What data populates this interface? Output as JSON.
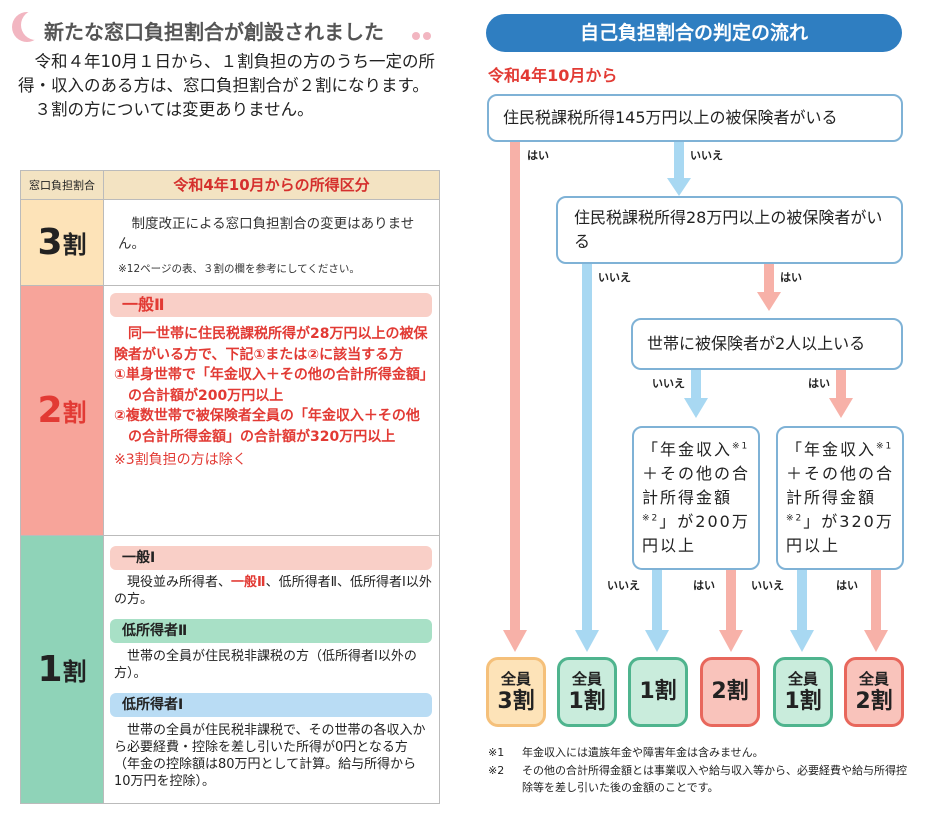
{
  "left": {
    "section_title": "新たな窓口負担割合が創設されました",
    "intro_1": "令和４年10月１日から、１割負担の方のうち一定の所得・収入のある方は、窓口負担割合が２割になります。",
    "intro_2": "３割の方については変更ありません。",
    "table": {
      "header_left": "窓口負担割合",
      "header_right": "令和4年10月からの所得区分",
      "row3": {
        "label_num": "3",
        "label_unit": "割",
        "text": "制度改正による窓口負担割合の変更はありません。",
        "note": "※12ページの表、３割の欄を参考にしてください。"
      },
      "row2": {
        "label_num": "2",
        "label_unit": "割",
        "pill": "一般Ⅱ",
        "line1": "同一世帯に住民税課税所得が28万円以上の被保険者がいる方で、下記①または②に該当する方",
        "line2": "①単身世帯で「年金収入＋その他の合計所得金額」の合計額が200万円以上",
        "line3": "②複数世帯で被保険者全員の「年金収入＋その他の合計所得金額」の合計額が320万円以上",
        "note": "※3割負担の方は除く"
      },
      "row1": {
        "label_num": "1",
        "label_unit": "割",
        "pill_a": "一般Ⅰ",
        "text_a_1": "現役並み所得者、",
        "text_a_red": "一般Ⅱ",
        "text_a_2": "、低所得者Ⅱ、低所得者Ⅰ以外の方。",
        "pill_b": "低所得者Ⅱ",
        "text_b": "世帯の全員が住民税非課税の方（低所得者Ⅰ以外の方）。",
        "pill_c": "低所得者Ⅰ",
        "text_c": "世帯の全員が住民税非課税で、その世帯の各収入から必要経費・控除を差し引いた所得が0円となる方（年金の控除額は80万円として計算。給与所得から10万円を控除）。"
      }
    }
  },
  "right": {
    "title": "自己負担割合の判定の流れ",
    "date": "令和4年10月から",
    "q1": "住民税課税所得145万円以上の被保険者がいる",
    "q2": "住民税課税所得28万円以上の被保険者がいる",
    "q3": "世帯に被保険者が2人以上いる",
    "q4_a": "「年金収入",
    "q4_b": "＋その他の合計所得金額",
    "q4_c": "」が200万円以上",
    "q5_a": "「年金収入",
    "q5_b": "＋その他の合計所得金額",
    "q5_c": "」が320万円以上",
    "sup1": "※1",
    "sup2": "※2",
    "yes": "はい",
    "no": "いいえ",
    "results": [
      {
        "line1": "全員",
        "line2": "3割"
      },
      {
        "line1": "全員",
        "line2": "1割"
      },
      {
        "line1": "",
        "line2": "1割"
      },
      {
        "line1": "",
        "line2": "2割"
      },
      {
        "line1": "全員",
        "line2": "1割"
      },
      {
        "line1": "全員",
        "line2": "2割"
      }
    ],
    "foot1_mark": "※1",
    "foot1_text": "年金収入には遺族年金や障害年金は含みません。",
    "foot2_mark": "※2",
    "foot2_text": "その他の合計所得金額とは事業収入や給与収入等から、必要経費や給与所得控除等を差し引いた後の金額のことです。"
  },
  "colors": {
    "blue_header": "#2f7ec1",
    "red": "#e23a34",
    "row3_bg": "#fde3b8",
    "row2_bg": "#f7a49a",
    "row1_bg": "#8fd3b8",
    "arrow_blue": "#a8d8f2",
    "arrow_pink": "#f7b1a8"
  }
}
